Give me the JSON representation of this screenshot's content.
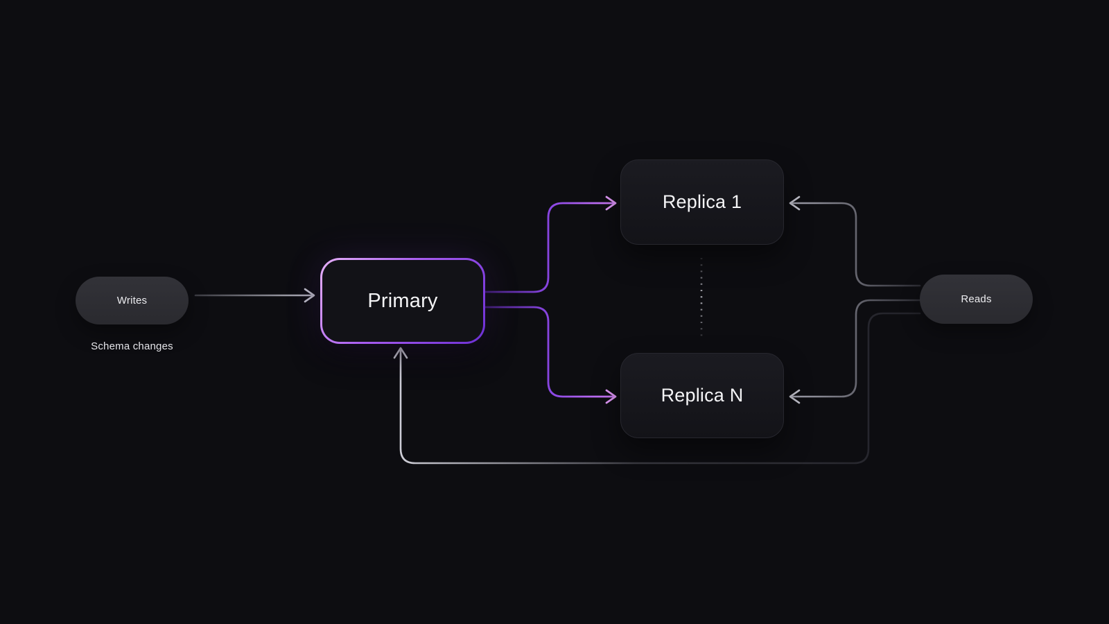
{
  "diagram": {
    "nodes": {
      "writes": {
        "label": "Writes",
        "type": "pill"
      },
      "primary": {
        "label": "Primary",
        "type": "box",
        "highlighted": true
      },
      "replica1": {
        "label": "Replica 1",
        "type": "box"
      },
      "replicaN": {
        "label": "Replica N",
        "type": "box"
      },
      "reads": {
        "label": "Reads",
        "type": "pill"
      }
    },
    "annotations": {
      "schema_changes": "Schema changes"
    },
    "edges": [
      {
        "from": "writes",
        "to": "primary",
        "style": "gray-arrow"
      },
      {
        "from": "primary",
        "to": "replica1",
        "style": "purple-arrow"
      },
      {
        "from": "primary",
        "to": "replicaN",
        "style": "purple-arrow"
      },
      {
        "from": "reads",
        "to": "replica1",
        "style": "gray-arrow"
      },
      {
        "from": "reads",
        "to": "replicaN",
        "style": "gray-arrow"
      },
      {
        "from": "reads",
        "to": "primary",
        "style": "gray-arrow-return-loop"
      },
      {
        "from": "replica1",
        "to": "replicaN",
        "style": "dotted-vertical"
      }
    ]
  },
  "colors": {
    "bg": "#0d0d11",
    "pill_fill_top": "#323238",
    "pill_fill_bottom": "#2a2a2f",
    "pill_text": "#ececef",
    "node_text": "#f4f4f6",
    "replica_fill_top": "#1b1b21",
    "replica_fill_bottom": "#131318",
    "replica_border": "#27272e",
    "primary_fill": "#121217",
    "primary_border_light": "#e7b1fa",
    "primary_border_mid": "#a85cf0",
    "primary_border_deep": "#6c2fd4",
    "line_gray_dark": "#3b3b42",
    "line_gray_bright": "#b4b4bf",
    "line_gray_dim": "#2b2b32",
    "line_gray_mid": "#a2a2ae",
    "return_dark": "#222229",
    "return_bright": "#cdcdd6",
    "purple_dark": "#45207e",
    "purple_mid": "#8a46e4",
    "purple_bright": "#cf7cf8",
    "arrow_purple": "#e29af9",
    "arrow_gray": "#c2c2cc",
    "arrow_return": "#d6d6df",
    "dot": "#c6c6cf"
  }
}
